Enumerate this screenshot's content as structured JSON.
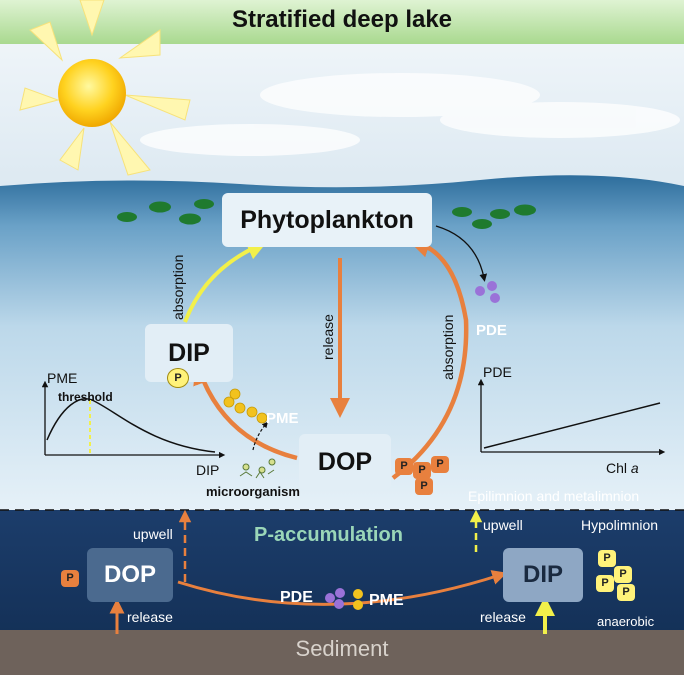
{
  "title": "Stratified deep lake",
  "boxes": {
    "phytoplankton": "Phytoplankton",
    "dip_upper": "DIP",
    "dop_upper": "DOP",
    "dop_sediment": "DOP",
    "dip_sediment": "DIP"
  },
  "arrow_labels": {
    "absorption_left": "absorption",
    "release_center": "release",
    "absorption_right": "absorption",
    "upwell_left": "upwell",
    "upwell_right": "upwell",
    "release_left": "release",
    "release_right": "release"
  },
  "enzymes": {
    "pme_upper": "PME",
    "pde_upper": "PDE",
    "pde_lower": "PDE",
    "pme_lower": "PME"
  },
  "phosphate_symbol": "P",
  "labels": {
    "microorganism": "microorganism",
    "epilimnion": "Epilimnion and metalimnion",
    "hypolimnion": "Hypolimnion",
    "p_accumulation": "P-accumulation",
    "anaerobic": "anaerobic",
    "sediment": "Sediment"
  },
  "left_graph": {
    "ylabel": "PME",
    "xlabel": "DIP",
    "annotation": "threshold"
  },
  "right_graph": {
    "ylabel": "PDE",
    "xlabel": "Chl",
    "xlabel_italic": "a"
  },
  "colors": {
    "header": "#c6e8b4",
    "arrow_orange": "#e8803e",
    "arrow_yellow": "#f2f04a",
    "algae": "#1f7a2e",
    "pde_balls": "#9a72d8",
    "pme_balls": "#f2c21e",
    "phosphate_orange": "#e8803e",
    "phosphate_yellow": "#fff27a",
    "sediment": "#6e625b"
  }
}
